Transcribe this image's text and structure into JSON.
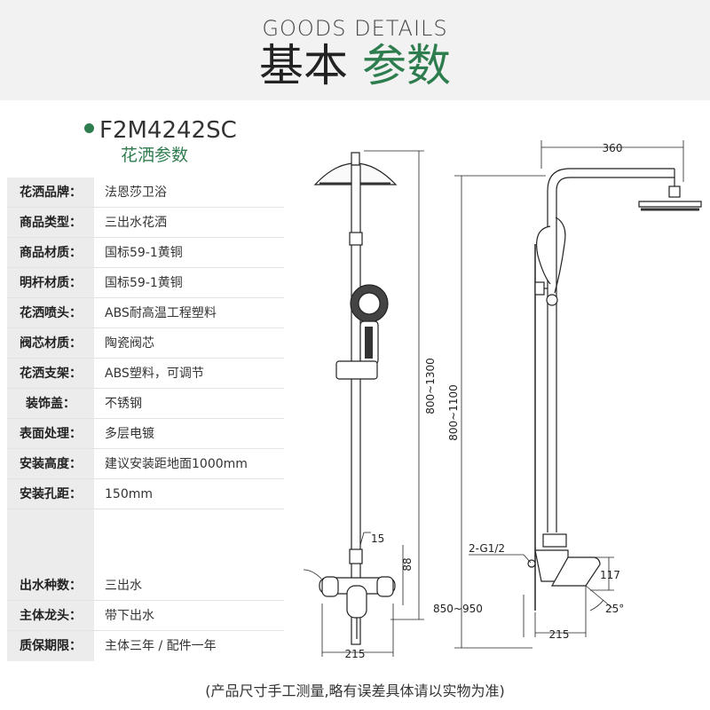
{
  "header": {
    "title_en": "GOODS DETAILS",
    "title_cn_part1": "基本",
    "title_cn_part2": "参数",
    "accent_color": "#2e7d4f"
  },
  "product": {
    "model": "F2M4242SC",
    "subtitle": "花洒参数"
  },
  "specs": [
    {
      "label": "花洒品牌：",
      "value": "法恩莎卫浴"
    },
    {
      "label": "商品类型：",
      "value": "三出水花洒"
    },
    {
      "label": "商品材质：",
      "value": "国标59-1黄铜"
    },
    {
      "label": "明杆材质：",
      "value": "国标59-1黄铜"
    },
    {
      "label": "花洒喷头：",
      "value": "ABS耐高温工程塑料"
    },
    {
      "label": "阀芯材质：",
      "value": "陶瓷阀芯"
    },
    {
      "label": "花洒支架：",
      "value": "ABS塑料，可调节"
    },
    {
      "label": "装饰盖：",
      "value": "不锈钢"
    },
    {
      "label": "表面处理：",
      "value": "多层电镀"
    },
    {
      "label": "安装高度：",
      "value": "建议安装距地面1000mm"
    },
    {
      "label": "安装孔距：",
      "value": "150mm"
    },
    {
      "label": "出水种数：",
      "value": "三出水"
    },
    {
      "label": "主体龙头：",
      "value": "带下出水"
    },
    {
      "label": "质保期限：",
      "value": "主体三年 / 配件一年"
    }
  ],
  "dimensions": {
    "front_height": "800~1300",
    "front_15": "15",
    "front_88": "88",
    "front_215": "215",
    "side_360": "360",
    "side_height": "800~1100",
    "side_thread": "2-G1/2",
    "side_117": "117",
    "side_850_950": "850~950",
    "side_angle": "25°",
    "side_215": "215"
  },
  "footer": "(产品尺寸手工测量,略有误差具体请以实物为准)"
}
